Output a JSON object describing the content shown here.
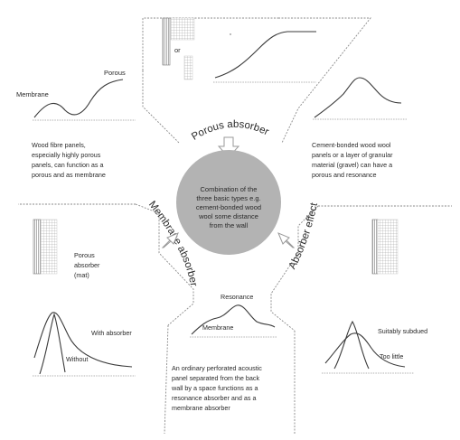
{
  "labels": {
    "membrane_top": "Membrane",
    "porous_top": "Porous",
    "or_label": "or",
    "wood_fibre": [
      "Wood fibre panels,",
      "especially highly porous",
      "panels, can function as a",
      "porous and as membrane"
    ],
    "cement_bonded": [
      "Cement-bonded wood wool",
      "panels or a layer of granular",
      "material (gravel) can have a",
      "porous and resonance"
    ],
    "center": [
      "Combination of the",
      "three basic types e.g.",
      "cement-bonded wood",
      "wool some distance",
      "from the wall"
    ],
    "porous_absorber_mat": [
      "Porous",
      "absorber",
      "(mat)"
    ],
    "resonance": "Resonance",
    "membrane_bottom": "Membrane",
    "with_absorber": "With absorber",
    "without": "Without",
    "suitably_subdued": "Suitably subdued",
    "too_little": "Too little",
    "perforated": [
      "An ordinary perforated acoustic",
      "panel separated from the back",
      "wall by a space functions as a",
      "resonance absorber and as a",
      "membrane absorber"
    ]
  },
  "arc_titles": {
    "porous_absorber": "Porous absorber",
    "membrane_absorber": "Membrane absorber",
    "absorber_effect": "Absorber effect"
  },
  "colors": {
    "center_circle": "#b3b3b3",
    "line": "#3a3a3a",
    "frame": "#8a8a8a"
  },
  "icons": [
    "arrow-down-icon",
    "arrow-right-icon",
    "arrow-left-icon"
  ]
}
